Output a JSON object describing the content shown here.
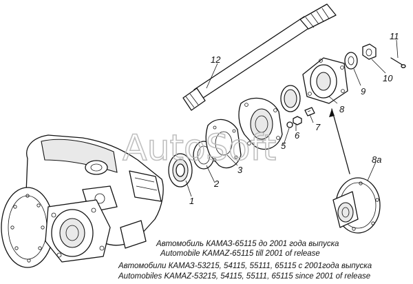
{
  "watermark": "AutoSoft",
  "callouts": [
    "1",
    "2",
    "3",
    "5",
    "6",
    "7",
    "8",
    "8a",
    "9",
    "10",
    "11",
    "12"
  ],
  "captions": {
    "line1_ru": "Автомобиль КАМАЗ-65115 до 2001 года выпуска",
    "line1_en": "Automobile KAMAZ-65115 till 2001 of release",
    "line2_ru": "Автомобили КАМАЗ-53215, 54115, 55111, 65115  с 2001года выпуска",
    "line2_en": "Automobiles KAMAZ-53215, 54115, 55111, 65115 since 2001 of release"
  }
}
